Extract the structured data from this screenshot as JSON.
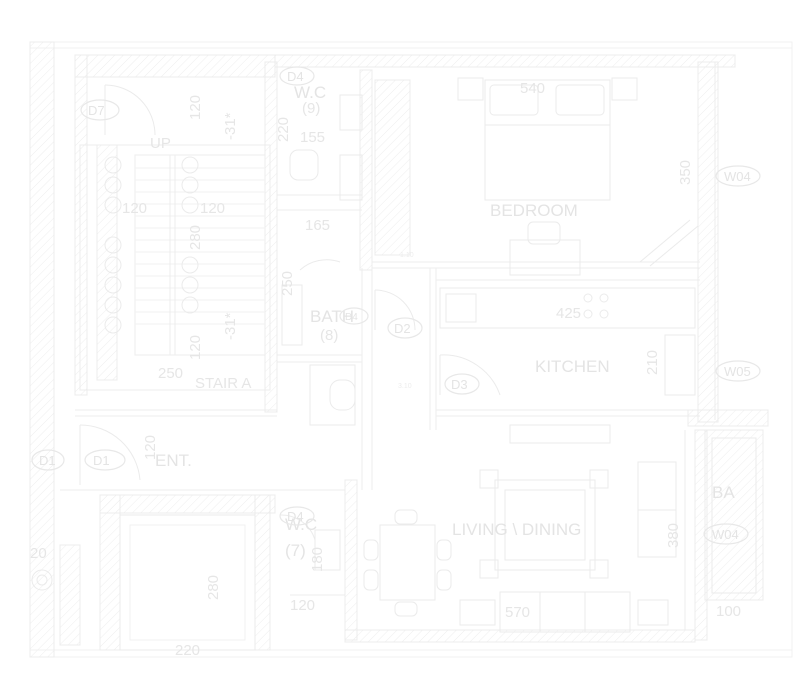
{
  "rooms": {
    "bedroom": "BEDROOM",
    "kitchen": "KITCHEN",
    "living": "LIVING \\ DINING",
    "bath": "BATH",
    "bath_num": "(8)",
    "wc_top": "W.C",
    "wc_top_num": "(9)",
    "wc_bottom": "W.C",
    "wc_bottom_num": "(7)",
    "stair": "STAIR A",
    "entrance": "ENT.",
    "up": "UP",
    "balcony": "BA"
  },
  "tags": {
    "d07": "D7",
    "d04_top": "D4",
    "d02": "D2",
    "d03": "D3",
    "d04_bath": "D4",
    "d01": "D1",
    "d04_bottom": "D4",
    "w04": "W04",
    "w05": "W05",
    "w04_bal": "W04",
    "d1_left": "D1"
  },
  "dimensions": {
    "bed_540": "540",
    "bed_350": "350",
    "wc_220": "220",
    "wc_155": "155",
    "wc_165": "165",
    "bath_250": "250",
    "kitchen_425": "425",
    "kitchen_210": "210",
    "stair_250": "250",
    "stair_120a": "120",
    "stair_120b": "120",
    "stair_120c": "120",
    "stair_280": "280",
    "stair_31a": "-31*",
    "stair_31b": "-31*",
    "stair_120d": "120",
    "ent_120": "120",
    "lower_280": "280",
    "lower_220": "220",
    "wc_bottom_120": "120",
    "wc_bottom_180": "180",
    "sofa_570": "570",
    "sofa_380": "380",
    "bal_100": "100",
    "left_20": "20",
    "s310": "3.10",
    "s110": "1.10"
  }
}
